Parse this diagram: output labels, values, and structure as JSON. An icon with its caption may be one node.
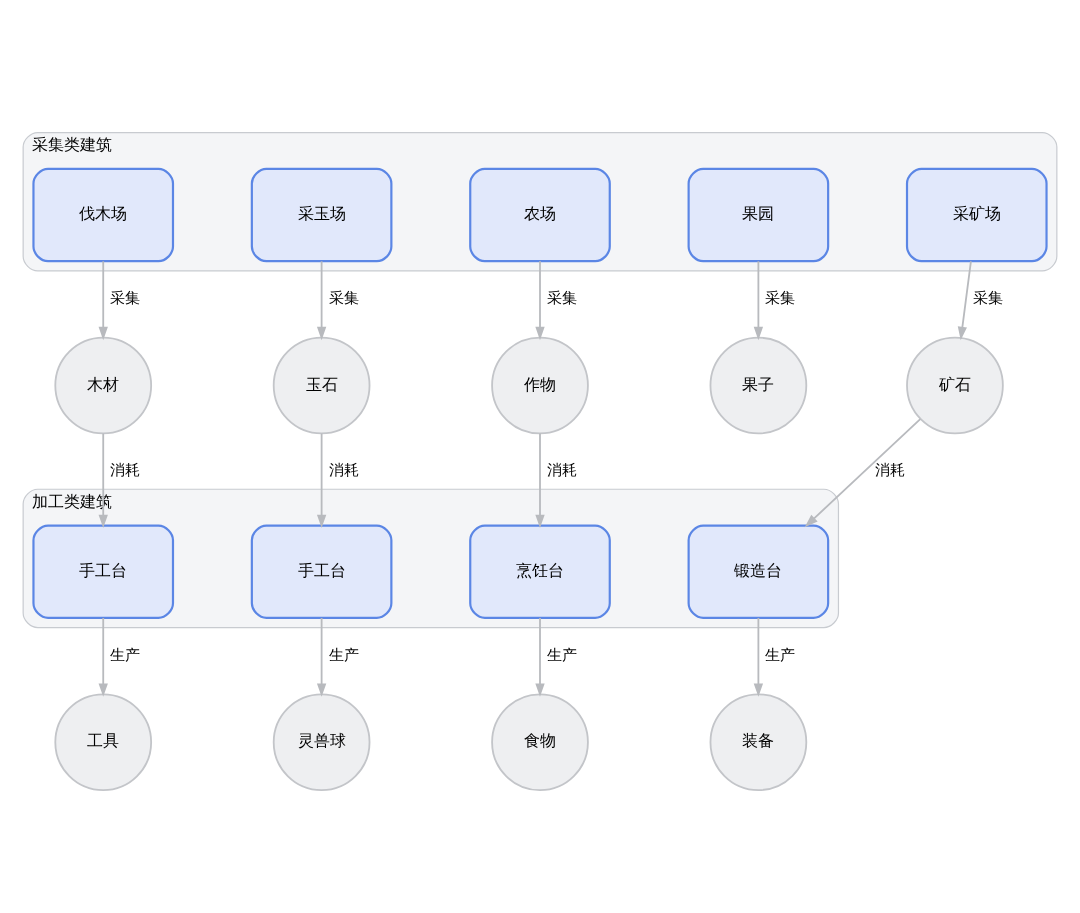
{
  "diagram": {
    "nodes": [
      {
        "text": [
          "采集类建筑"
        ]
      },
      {
        "text": [
          "伐木场"
        ],
        "in": 0
      },
      {
        "text": [
          "采玉场"
        ],
        "in": 0
      },
      {
        "text": [
          "农场"
        ],
        "in": 0
      },
      {
        "text": [
          "果园"
        ],
        "in": 0
      },
      {
        "text": [
          "采矿场"
        ],
        "in": 0
      },
      {
        "text": [
          "木材"
        ]
      },
      {
        "text": [
          "玉石"
        ]
      },
      {
        "text": [
          "作物"
        ]
      },
      {
        "text": [
          "果子"
        ]
      },
      {
        "text": [
          "矿石"
        ]
      },
      {
        "text": [
          "加工类建筑"
        ]
      },
      {
        "text": [
          "手工台"
        ],
        "in": 11
      },
      {
        "text": [
          "手工台"
        ],
        "in": 11
      },
      {
        "text": [
          "烹饪台"
        ],
        "in": 11
      },
      {
        "text": [
          "锻造台"
        ],
        "in": 11
      },
      {
        "text": [
          "工具"
        ]
      },
      {
        "text": [
          "灵兽球"
        ]
      },
      {
        "text": [
          "食物"
        ]
      },
      {
        "text": [
          "装备"
        ]
      }
    ],
    "edges": [
      {
        "from": 1,
        "to": 6,
        "arrow": "to",
        "label": "采集"
      },
      {
        "from": 2,
        "to": 7,
        "arrow": "to",
        "label": "采集"
      },
      {
        "from": 3,
        "to": 8,
        "arrow": "to",
        "label": "采集"
      },
      {
        "from": 4,
        "to": 9,
        "arrow": "to",
        "label": "采集"
      },
      {
        "from": 5,
        "to": 10,
        "arrow": "to",
        "label": "采集"
      },
      {
        "from": 6,
        "to": 12,
        "arrow": "to",
        "label": "消耗"
      },
      {
        "from": 7,
        "to": 13,
        "arrow": "to",
        "label": "消耗"
      },
      {
        "from": 8,
        "to": 14,
        "arrow": "to",
        "label": "消耗"
      },
      {
        "from": 10,
        "to": 15,
        "arrow": "to",
        "label": "消耗"
      },
      {
        "from": 12,
        "to": 16,
        "arrow": "to",
        "label": "生产"
      },
      {
        "from": 13,
        "to": 17,
        "arrow": "to",
        "label": "生产"
      },
      {
        "from": 14,
        "to": 18,
        "arrow": "to",
        "label": "生产"
      },
      {
        "from": 15,
        "to": 19,
        "arrow": "to",
        "label": "生产"
      }
    ]
  }
}
